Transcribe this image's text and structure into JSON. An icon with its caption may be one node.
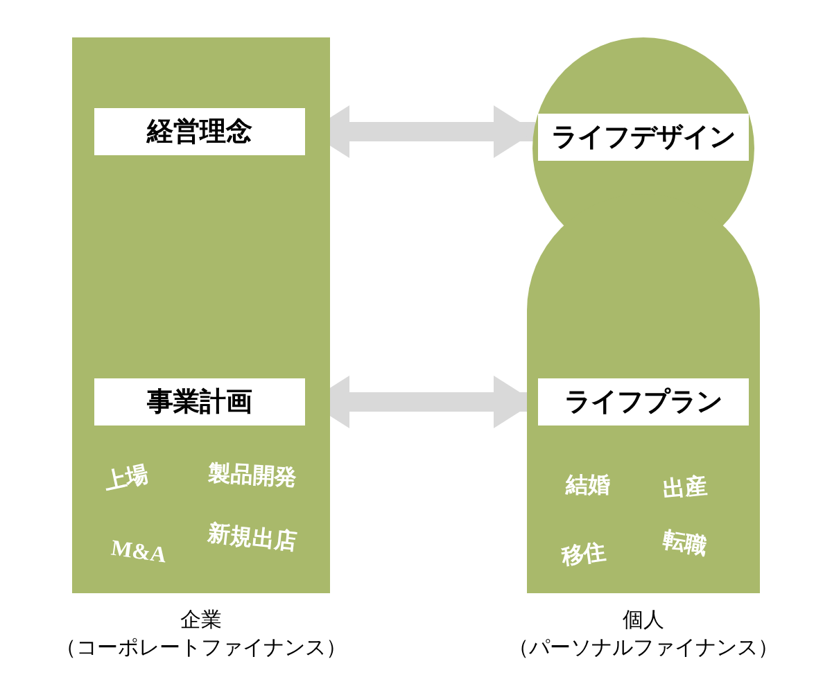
{
  "diagram": {
    "nodes": [
      {
        "text": [],
        "shape": "box",
        "beside": [
          "企業",
          "（コーポレートファイナンス）"
        ]
      },
      {
        "text": [],
        "shape": "person",
        "beside": [
          "個人",
          "（パーソナルファイナンス）"
        ]
      },
      {
        "text": [
          "経営理念"
        ],
        "in": 0
      },
      {
        "text": [
          "ライフデザイン"
        ]
      },
      {
        "text": [
          "事業計画"
        ],
        "in": 0
      },
      {
        "text": [
          "ライフプラン"
        ],
        "in": 1
      }
    ],
    "edges": [
      {
        "from": 2,
        "to": 3,
        "arrow": "both"
      },
      {
        "from": 4,
        "to": 5,
        "arrow": "both"
      }
    ],
    "labels": [
      "上場",
      "製品開発",
      "M&A",
      "新規出店",
      "結婚",
      "出産",
      "移住",
      "転職"
    ]
  }
}
